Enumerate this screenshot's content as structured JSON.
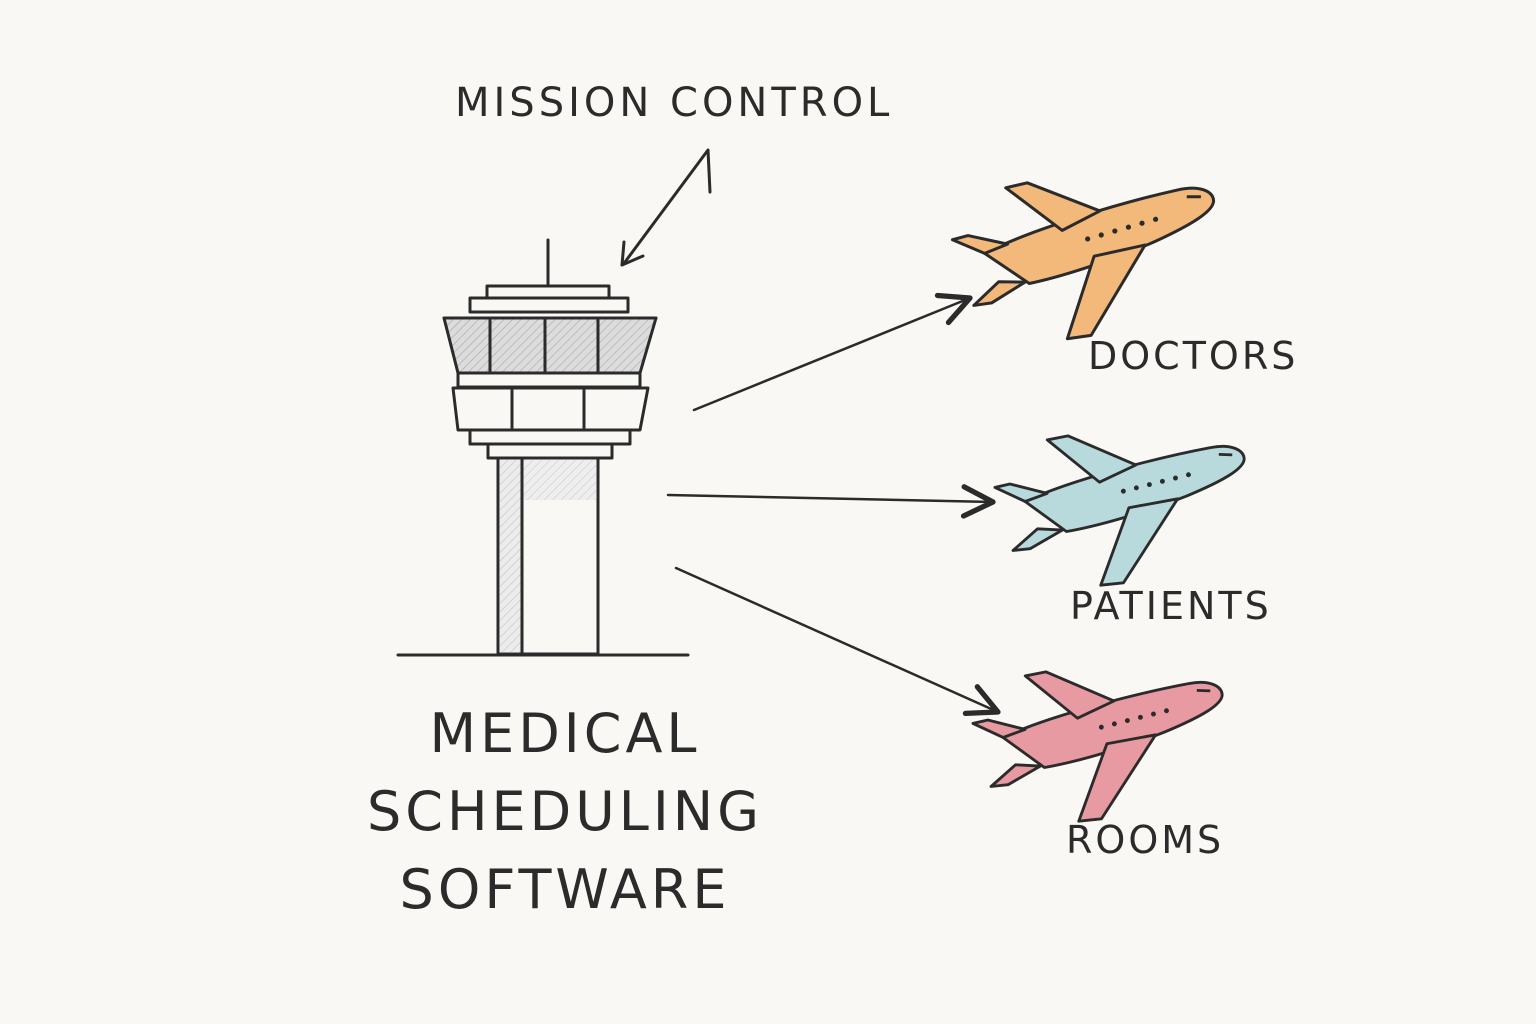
{
  "diagram": {
    "top_label": "MISSION CONTROL",
    "main_label_lines": [
      "MEDICAL",
      "SCHEDULING",
      "SOFTWARE"
    ],
    "targets": [
      {
        "label": "DOCTORS",
        "color": "#f3b97a"
      },
      {
        "label": "PATIENTS",
        "color": "#b9dadd"
      },
      {
        "label": "ROOMS",
        "color": "#e79aa1"
      }
    ],
    "ink_color": "#2b2b2b",
    "tower_shade_color": "#cfcfcf",
    "icons": [
      "control-tower-icon",
      "airplane-icon"
    ]
  }
}
